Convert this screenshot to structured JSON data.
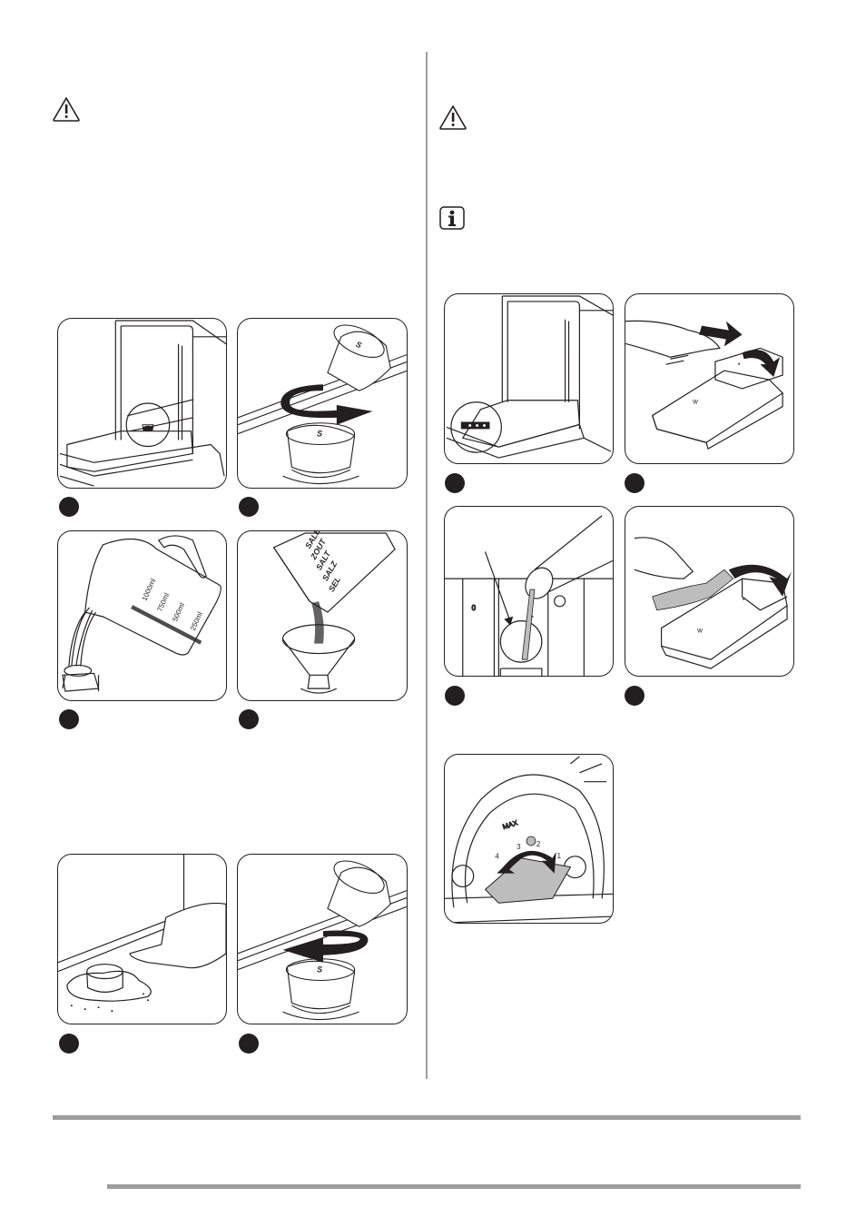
{
  "page": {
    "type": "appliance manual page",
    "layout": "two-column"
  },
  "left_column": {
    "notices": [
      {
        "icon": "warning-triangle-icon",
        "symbol": "!"
      }
    ],
    "figures": [
      {
        "id": "fig-salt-1",
        "depicts": "open dishwasher with circled salt container cap in base",
        "step_marker": "filled-dot"
      },
      {
        "id": "fig-salt-2",
        "depicts": "unscrew salt container cap, arrow counterclockwise",
        "step_marker": "filled-dot"
      },
      {
        "id": "fig-salt-3",
        "depicts": "pour water from measuring jug into salt container",
        "step_marker": "filled-dot",
        "jug_scale": [
          "1000ml",
          "750ml",
          "500ml",
          "250ml"
        ]
      },
      {
        "id": "fig-salt-4",
        "depicts": "pour salt through funnel into container",
        "step_marker": "filled-dot",
        "box_labels": [
          "SALE",
          "ZOUT",
          "SALT",
          "SALZ",
          "SEL"
        ]
      },
      {
        "id": "fig-salt-5",
        "depicts": "wipe spilled salt around container opening",
        "step_marker": "filled-dot"
      },
      {
        "id": "fig-salt-6",
        "depicts": "screw cap back on salt container, arrow clockwise",
        "step_marker": "filled-dot"
      }
    ]
  },
  "right_column": {
    "notices": [
      {
        "icon": "warning-triangle-icon",
        "symbol": "!"
      },
      {
        "icon": "info-icon",
        "symbol": "i"
      }
    ],
    "figures": [
      {
        "id": "fig-rinse-1",
        "depicts": "open dishwasher with circled rinse aid dispenser on door",
        "step_marker": "filled-dot"
      },
      {
        "id": "fig-rinse-2",
        "depicts": "press release button to open rinse aid lid",
        "step_marker": "filled-dot"
      },
      {
        "id": "fig-rinse-3",
        "depicts": "fill rinse aid from bottle into dispenser",
        "step_marker": "filled-dot"
      },
      {
        "id": "fig-rinse-4",
        "depicts": "wipe spilled rinse aid and close lid",
        "step_marker": "filled-dot"
      },
      {
        "id": "fig-rinse-5",
        "depicts": "rinse aid dosage selector",
        "step_marker": "none",
        "dial_label": "MAX",
        "dial_positions": [
          "1",
          "2",
          "3",
          "4"
        ]
      }
    ]
  },
  "colors": {
    "ink": "#231f20",
    "rule_gray": "#9d9d9d",
    "fill_gray": "#bdbdbd"
  }
}
